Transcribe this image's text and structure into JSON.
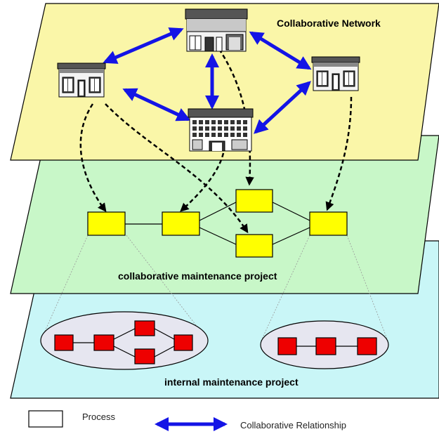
{
  "layers": {
    "top": {
      "label": "Collaborative Network",
      "fill": "#FAF6A8"
    },
    "middle": {
      "label": "collaborative maintenance project",
      "fill": "#C8F7C8"
    },
    "bottom": {
      "label": "internal maintenance project",
      "fill": "#C9F6F7"
    }
  },
  "legend": {
    "process_label": "Process",
    "relationship_label": "Collaborative Relationship"
  },
  "colors": {
    "relationship_arrow": "#1414E6",
    "process_box": "#FFFF00",
    "internal_process_box": "#EE0000",
    "internal_project_ellipse": "#E6E6F0"
  },
  "icons": {
    "organizations": [
      "factory-building-icon",
      "shop-building-icon",
      "shop-building-icon",
      "office-building-icon"
    ]
  }
}
